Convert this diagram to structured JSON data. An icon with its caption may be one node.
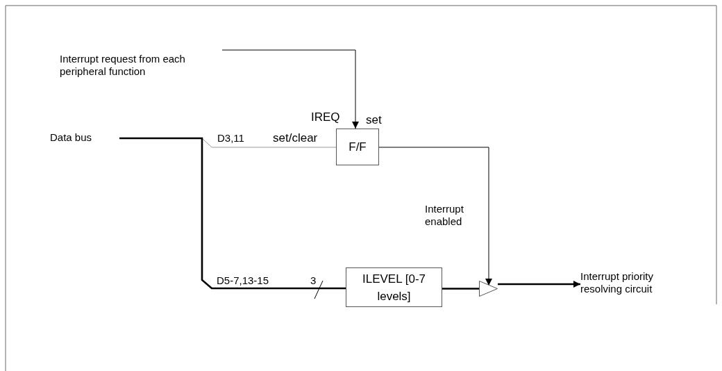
{
  "diagram": {
    "nodes": [
      {
        "text": [
          "Interrupt request from each peripheral function"
        ]
      },
      {
        "text": [
          "Data bus"
        ]
      },
      {
        "text": [
          "F/F"
        ]
      },
      {
        "text": [
          "ILEVEL [0-7 levels]"
        ]
      },
      {
        "text": [],
        "shape": "triangle"
      },
      {
        "text": [
          "Interrupt priority resolving circuit"
        ]
      }
    ],
    "edges": [
      {
        "from": 0,
        "to": 2,
        "arrow": "to"
      },
      {
        "from": 1,
        "to": 2,
        "arrow": "none",
        "label": "D3,11",
        "color": "#999999"
      },
      {
        "from": 1,
        "to": 3,
        "arrow": "none",
        "label": "D5-7,13-15",
        "style": "thick"
      },
      {
        "from": 2,
        "to": 4,
        "arrow": "to",
        "label": "Interrupt enabled"
      },
      {
        "from": 3,
        "to": 4,
        "arrow": "none",
        "style": "thick"
      },
      {
        "from": 4,
        "to": 5,
        "arrow": "to",
        "style": "thick"
      }
    ],
    "labels": [
      "IREQ",
      "set",
      "set/clear",
      "3"
    ]
  }
}
